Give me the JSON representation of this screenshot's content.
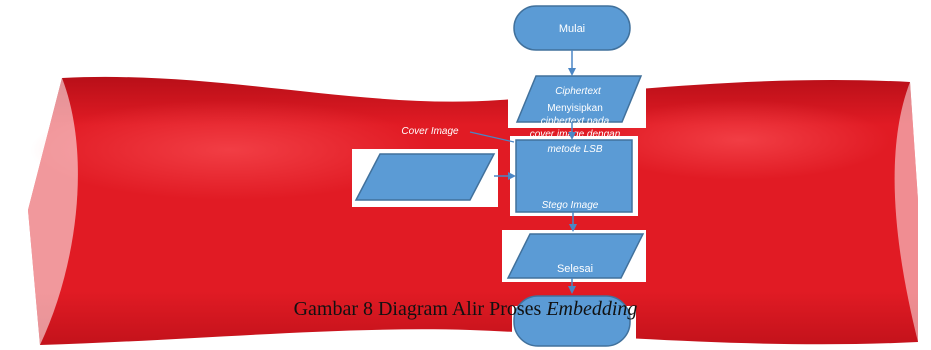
{
  "diagram": {
    "start_label": "Mulai",
    "ciphertext_label": "Ciphertext",
    "process_label_lines": [
      "Menyisipkan",
      "ciphertext pada",
      "cover image dengan",
      "metode LSB"
    ],
    "cover_label": "Cover Image",
    "stego_label": "Stego Image",
    "end_label": "Selesai"
  },
  "caption": {
    "prefix": "Gambar 8 Diagram Alir Proses",
    "emphasis": "Embedding"
  },
  "colors": {
    "shape_fill": "#5b9bd5",
    "shape_stroke": "#41719c",
    "arrow": "#4a86c5",
    "background_red": "#e11b24"
  }
}
